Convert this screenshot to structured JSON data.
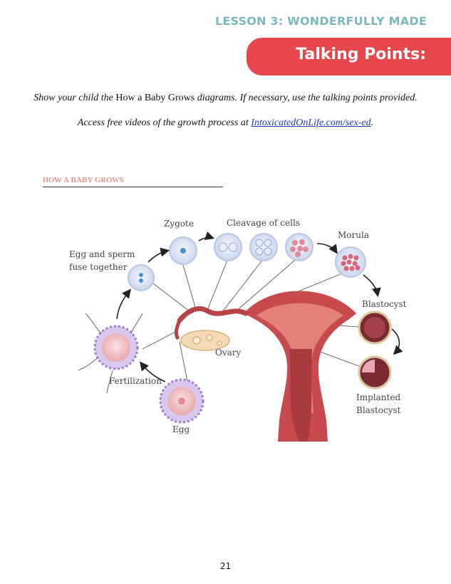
{
  "header": {
    "lesson": "LESSON 3: WONDERFULLY MADE",
    "banner_title": "Talking Points:"
  },
  "intro": {
    "line1_before": "Show your child the ",
    "line1_upright": "How a Baby Grows",
    "line1_after": " diagrams. If necessary, use the talking points provided.",
    "line2_before": "Access free videos of the growth process at ",
    "line2_link": "IntoxicatedOnLife.com/sex-ed",
    "line2_after": "."
  },
  "section": {
    "heading": "HOW A BABY GROWS"
  },
  "diagram": {
    "labels": {
      "zygote": "Zygote",
      "cleavage": "Cleavage of cells",
      "morula": "Morula",
      "egg_sperm_1": "Egg and sperm",
      "egg_sperm_2": "fuse together",
      "blastocyst": "Blastocyst",
      "ovary": "Ovary",
      "fertilization": "Fertilization",
      "implanted_1": "Implanted",
      "implanted_2": "Blastocyst",
      "egg": "Egg"
    },
    "colors": {
      "uterus": "#c84a4f",
      "uterus_light": "#e3807c",
      "cell_fill": "#dde6f5",
      "cell_ring": "#b8c7e6",
      "nucleus": "#4a8fd6",
      "egg_body": "#f3c6c8",
      "corona": "#9d7cc9"
    }
  },
  "footer": {
    "page_number": "21"
  }
}
